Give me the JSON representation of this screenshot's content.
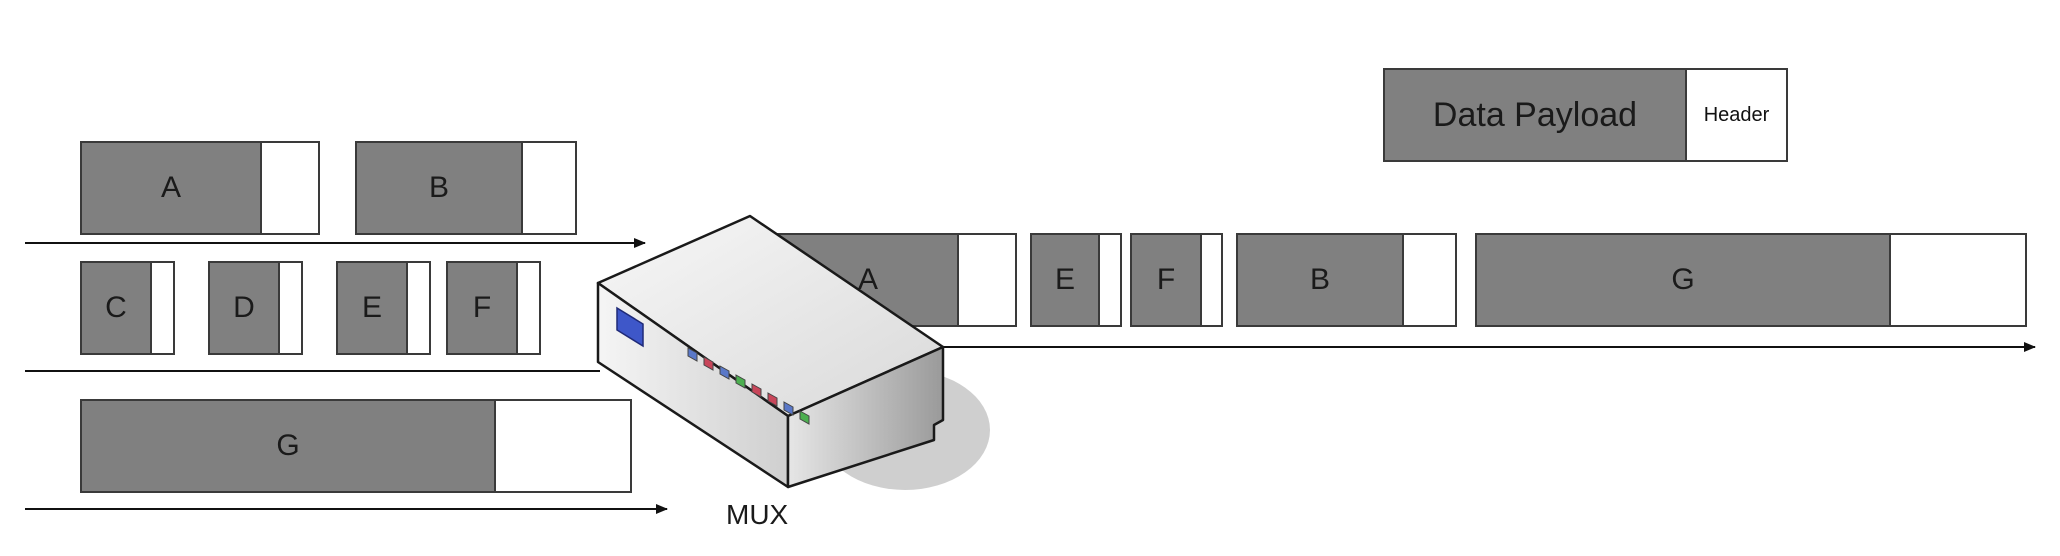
{
  "legend": {
    "payload_label": "Data Payload",
    "header_label": "Header"
  },
  "mux_label": "MUX",
  "inputs": {
    "lane1": [
      "A",
      "B"
    ],
    "lane2": [
      "C",
      "D",
      "E",
      "F"
    ],
    "lane3": [
      "G"
    ]
  },
  "output": [
    "A",
    "E",
    "F",
    "B",
    "G"
  ],
  "colors": {
    "payload": "#808080",
    "header": "#ffffff",
    "outline": "#3a3a3a"
  }
}
